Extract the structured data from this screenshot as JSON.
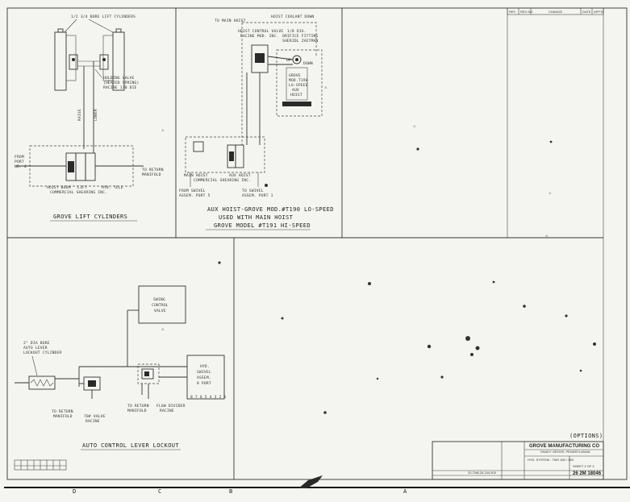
{
  "panels": {
    "lift": {
      "cylinder_note": "1/2 3/4 BORE LIFT CYLINDERS",
      "valve_note_1": "HOLDING VALVE",
      "valve_note_2": "(HEATED SPRING)",
      "valve_note_3": "RACINE 170 DIE",
      "from_port_1": "FROM",
      "from_port_2": "PORT",
      "from_port_3": "NO. 4",
      "to_return_1": "TO RETURN",
      "to_return_2": "MANIFOLD",
      "hoist_boom": "HOIST BOOM",
      "lift": "LIFT",
      "hyd_tele": "HYD. TELE",
      "maker": "COMMERCIAL SHEARING INC.",
      "raise": "RAISE",
      "lower": "LOWER",
      "caption": "GROVE LIFT CYLINDERS"
    },
    "aux_hoist": {
      "to_main_hoist": "TO MAIN HOIST",
      "hoist_coolant_down": "HOIST COOLANT DOWN",
      "control_valve_1": "HOIST CONTROL VALVE",
      "control_valve_2": "RACINE MOD. INC.",
      "orifice_1": "1/8 DIA.",
      "orifice_2": "ORIFICE FITTING",
      "orifice_3": "SHERIDL ZAETMAN",
      "up": "UP",
      "down": "DOWN",
      "hoist_1": "GROVE",
      "hoist_2": "MOD.T190",
      "hoist_3": "LO-SPEED",
      "hoist_4": "AUX",
      "hoist_5": "HOIST",
      "main_hoist": "MAIN HOIST",
      "aux_hoist": "AUX HOIST",
      "maker": "COMMERCIAL SHEARING INC.",
      "from_swivel_1": "FROM SWIVEL",
      "from_swivel_2": "ASSEM. PORT 5",
      "to_swivel_1": "TO SWIVEL",
      "to_swivel_2": "ASSEM. PORT 1",
      "caption_1": "AUX HOIST-GROVE MOD.#T190 LO-SPEED",
      "caption_2": "USED WITH MAIN HOIST",
      "caption_3": "GROVE MODEL #T191 HI-SPEED"
    },
    "lockout": {
      "bore_1": "2\" DIA BORE",
      "bore_2": "AUTO LEVER",
      "bore_3": "LOCKOUT CYLINDER",
      "swing_1": "SWING",
      "swing_2": "CONTROL",
      "swing_3": "VALVE",
      "swivel_1": "HYD.",
      "swivel_2": "SWIVEL",
      "swivel_3": "ASSEM.",
      "swivel_4": "8 PORT",
      "ports": "8 7 6 5 4 3 2 1",
      "return_a_1": "TO RETURN",
      "return_a_2": "MANIFOLD",
      "relief_1": "70# VALVE",
      "relief_2": "RACINE",
      "return_b_1": "TO RETURN",
      "return_b_2": "MANIFOLD",
      "divider_1": "FLOW DIVIDER",
      "divider_2": "RACINE",
      "caption": "AUTO CONTROL LEVER LOCKOUT"
    }
  },
  "options_label": "(OPTIONS)",
  "title_block": {
    "company": "GROVE MANUFACTURING CO",
    "location": "SHADY GROVE, PENNSYLVANIA",
    "title": "HYD. SYSTEM - TMS 180 / 190",
    "drawing_no": "26 2M 18046",
    "sheet": "SHEET 2 OF 2",
    "part_no": "20-TM6.26.244.500"
  },
  "revision_headers": [
    "REV",
    "REV NO",
    "CHANGE",
    "DATE",
    "APP'D"
  ],
  "grid_letters": [
    "D",
    "C",
    "B",
    "A"
  ],
  "warning_marks": [
    "⚠",
    "⚠",
    "⚠",
    "⚠",
    "⚠",
    "⚠"
  ]
}
